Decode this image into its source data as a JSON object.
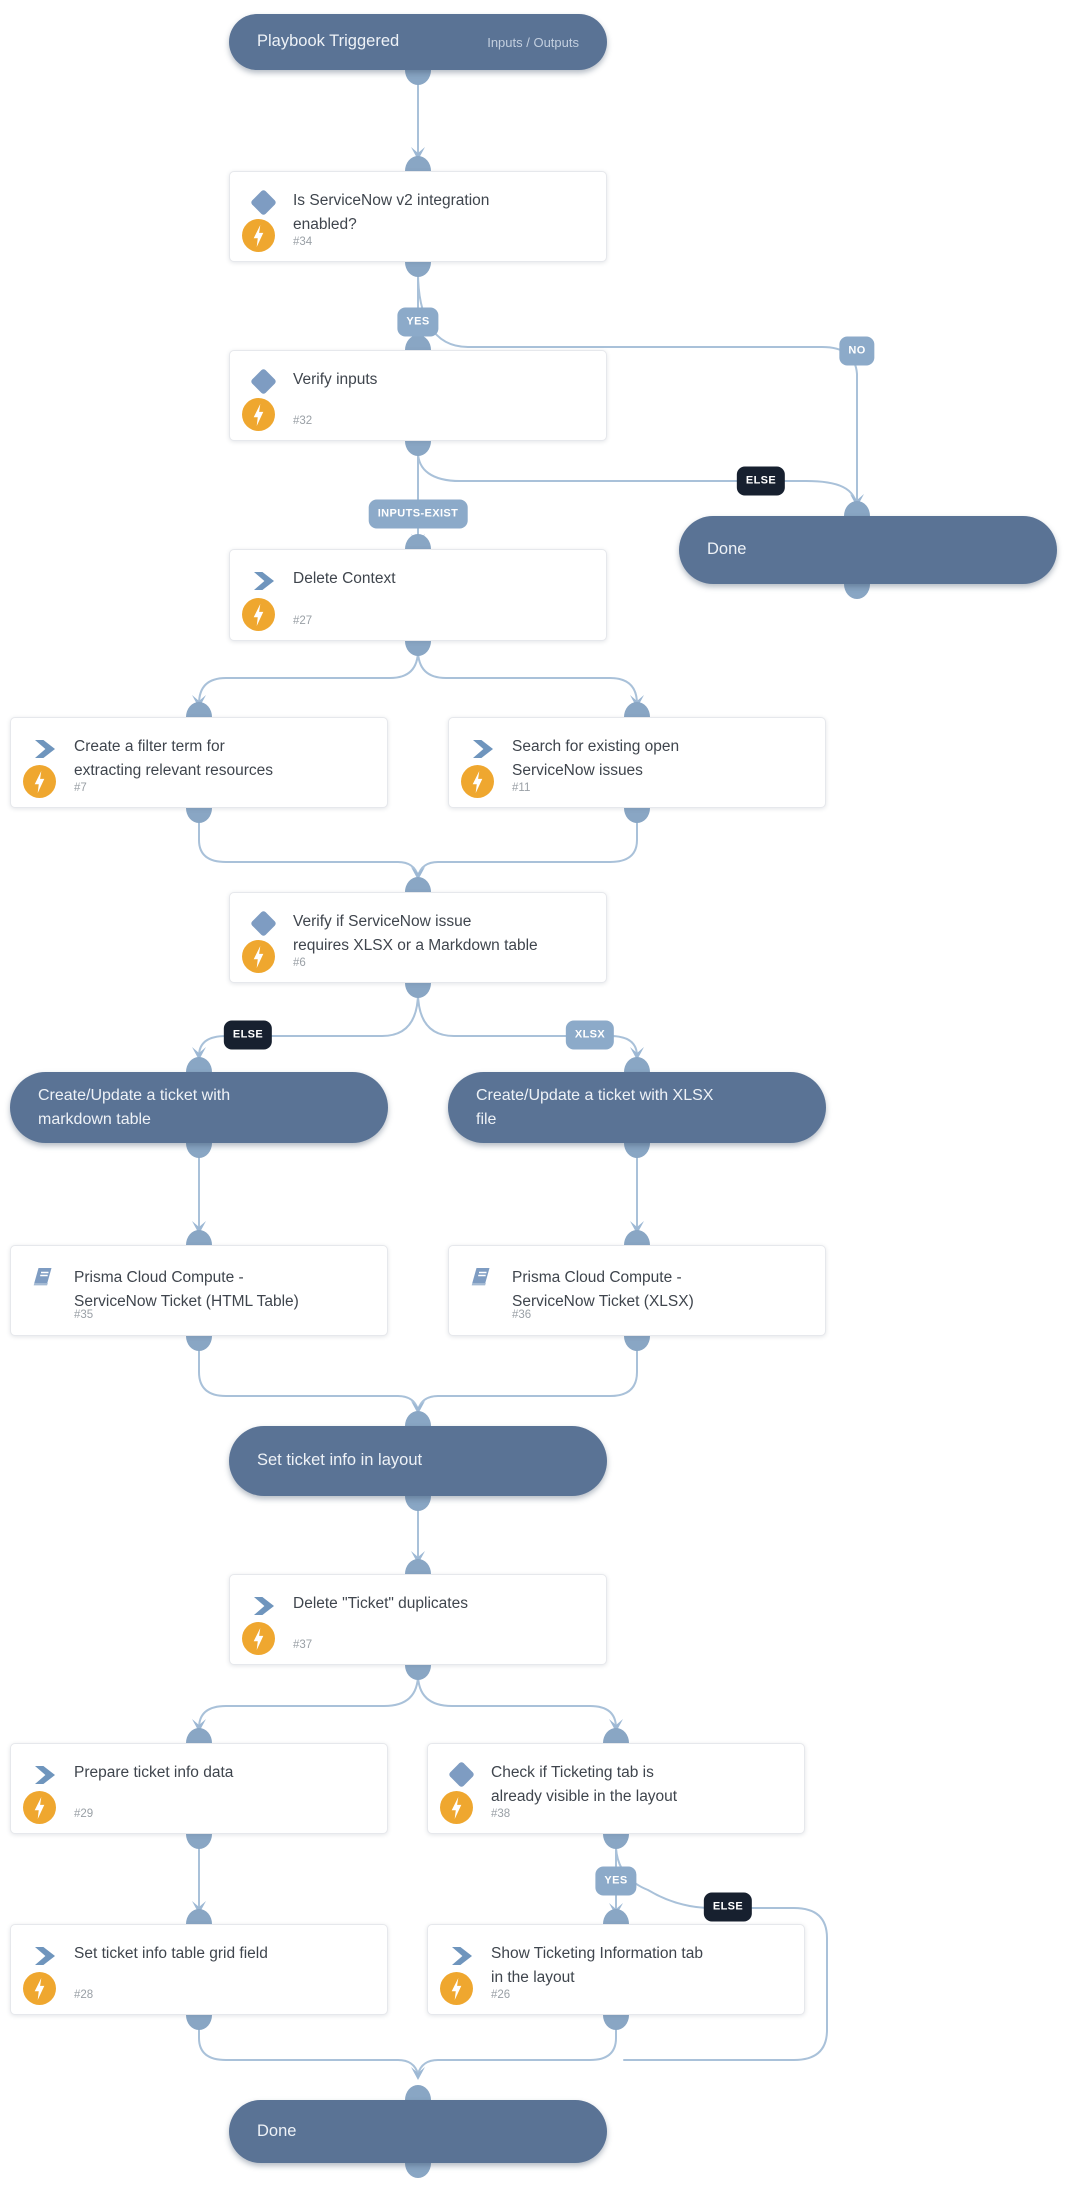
{
  "playbook": {
    "trigger": {
      "title": "Playbook Triggered",
      "link": "Inputs / Outputs"
    },
    "nodes": {
      "n34": {
        "title": "Is ServiceNow v2 integration\nenabled?",
        "id": "#34"
      },
      "n32": {
        "title": "Verify inputs",
        "id": "#32"
      },
      "done1": {
        "label": "Done"
      },
      "n27": {
        "title": "Delete Context",
        "id": "#27"
      },
      "n7": {
        "title": "Create a filter term for\nextracting relevant resources",
        "id": "#7"
      },
      "n11": {
        "title": "Search for existing open\nServiceNow issues",
        "id": "#11"
      },
      "n6": {
        "title": "Verify if ServiceNow issue\nrequires XLSX or a Markdown table",
        "id": "#6"
      },
      "pill_md": {
        "label": "Create/Update a ticket with\nmarkdown table"
      },
      "pill_xlsx": {
        "label": "Create/Update a ticket with XLSX\nfile"
      },
      "n35": {
        "title": "Prisma Cloud Compute -\nServiceNow Ticket (HTML Table)",
        "id": "#35"
      },
      "n36": {
        "title": "Prisma Cloud Compute -\nServiceNow Ticket (XLSX)",
        "id": "#36"
      },
      "pill_set": {
        "label": "Set ticket info in layout"
      },
      "n37": {
        "title": "Delete \"Ticket\" duplicates",
        "id": "#37"
      },
      "n29": {
        "title": "Prepare ticket info data",
        "id": "#29"
      },
      "n38": {
        "title": "Check if Ticketing tab is\nalready visible in the layout",
        "id": "#38"
      },
      "n28": {
        "title": "Set ticket info table grid field",
        "id": "#28"
      },
      "n26": {
        "title": "Show Ticketing Information tab\nin the layout",
        "id": "#26"
      },
      "done2": {
        "label": "Done"
      }
    },
    "badges": {
      "yes1": "YES",
      "no1": "NO",
      "else1": "ELSE",
      "inputs_exist": "INPUTS-EXIST",
      "else2": "ELSE",
      "xlsx": "XLSX",
      "yes2": "YES",
      "else3": "ELSE"
    },
    "colors": {
      "pill": "#5a7395",
      "connector": "#a9c1d9",
      "knob": "#89a6c4",
      "badge_light": "#8caac9",
      "badge_dark": "#17202f",
      "icon_blue": "#7e9cc2",
      "bolt_orange": "#efa72f"
    }
  }
}
